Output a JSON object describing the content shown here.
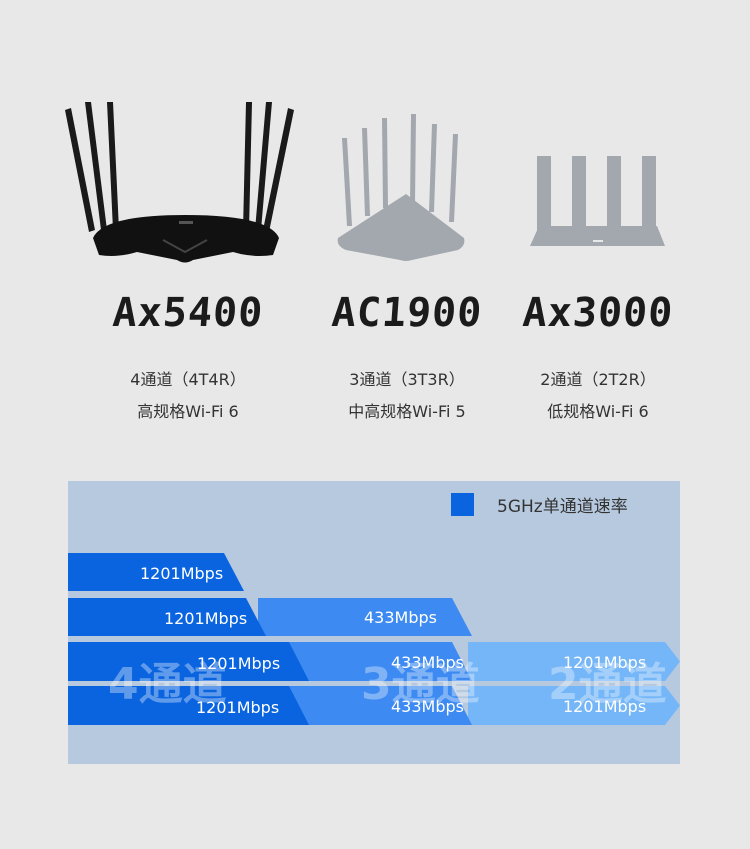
{
  "products": [
    {
      "model": "Ax5400",
      "channels": "4通道（4T4R）",
      "spec": "高规格Wi-Fi 6"
    },
    {
      "model": "AC1900",
      "channels": "3通道（3T3R）",
      "spec": "中高规格Wi-Fi 5"
    },
    {
      "model": "Ax3000",
      "channels": "2通道（2T2R）",
      "spec": "低规格Wi-Fi 6"
    }
  ],
  "chart_data": {
    "type": "bar",
    "title": "",
    "legend": "5GHz单通道速率",
    "legend_position": "top-right",
    "unit": "Mbps",
    "groups": [
      "4通道",
      "3通道",
      "2通道"
    ],
    "series": [
      {
        "name": "Ax5400",
        "values": [
          1201,
          1201,
          1201,
          1201
        ],
        "labels": [
          "1201Mbps",
          "1201Mbps",
          "1201Mbps",
          "1201Mbps"
        ]
      },
      {
        "name": "AC1900",
        "values": [
          433,
          433,
          433
        ],
        "labels": [
          "433Mbps",
          "433Mbps",
          "433Mbps"
        ]
      },
      {
        "name": "Ax3000",
        "values": [
          1201,
          1201
        ],
        "labels": [
          "1201Mbps",
          "1201Mbps"
        ]
      }
    ],
    "colors": {
      "dark": "#0a64e0",
      "mid": "#3d8af2",
      "light": "#74b6f7",
      "panel": "#b7c9df"
    }
  }
}
